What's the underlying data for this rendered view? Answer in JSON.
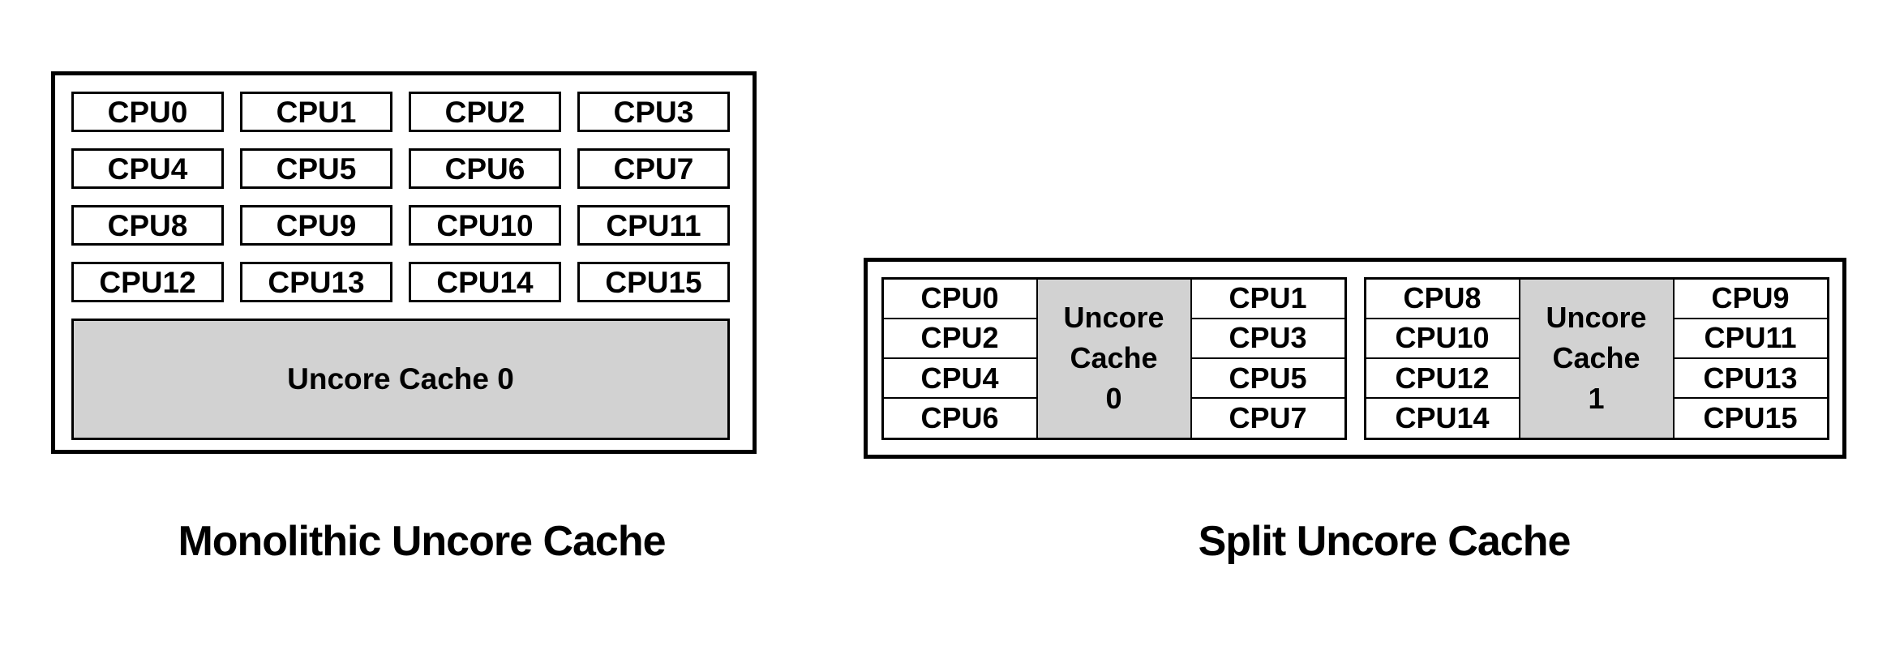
{
  "figure": {
    "background": "#ffffff",
    "colors": {
      "border": "#000000",
      "cpu_fill": "#ffffff",
      "cache_fill": "#d2d2d2",
      "text": "#000000"
    }
  },
  "monolithic": {
    "caption": "Monolithic Uncore Cache",
    "cpus": [
      "CPU0",
      "CPU1",
      "CPU2",
      "CPU3",
      "CPU4",
      "CPU5",
      "CPU6",
      "CPU7",
      "CPU8",
      "CPU9",
      "CPU10",
      "CPU11",
      "CPU12",
      "CPU13",
      "CPU14",
      "CPU15"
    ],
    "cache_label": "Uncore Cache 0"
  },
  "split": {
    "caption": "Split Uncore Cache",
    "clusters": [
      {
        "left_cpus": [
          "CPU0",
          "CPU2",
          "CPU4",
          "CPU6"
        ],
        "cache_lines": [
          "Uncore",
          "Cache",
          "0"
        ],
        "right_cpus": [
          "CPU1",
          "CPU3",
          "CPU5",
          "CPU7"
        ]
      },
      {
        "left_cpus": [
          "CPU8",
          "CPU10",
          "CPU12",
          "CPU14"
        ],
        "cache_lines": [
          "Uncore",
          "Cache",
          "1"
        ],
        "right_cpus": [
          "CPU9",
          "CPU11",
          "CPU13",
          "CPU15"
        ]
      }
    ]
  }
}
